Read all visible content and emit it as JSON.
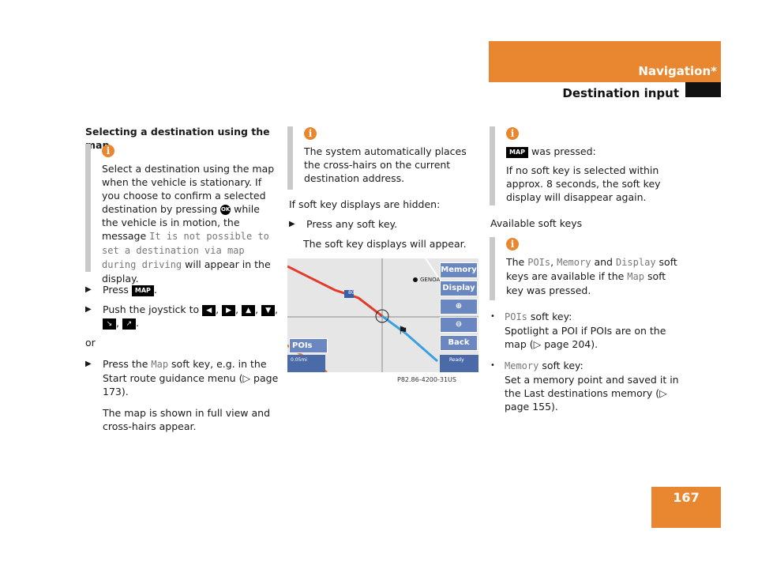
{
  "header": {
    "title": "Navigation*",
    "subtitle": "Destination input"
  },
  "page_number": "167",
  "col1": {
    "heading": "Selecting a destination using the map",
    "info": {
      "p1": "Select a destination using the map when the vehicle is stationary. If you choose to confirm a selected destination by pressing",
      "ok_key": "OK",
      "p2": "while the vehicle is in motion, the message",
      "message": "It is not possible to set a destination via map during driving",
      "p3": "will appear in the display."
    },
    "step1_text": "Press",
    "map_key": "MAP",
    "step2_text": "Push the joystick to",
    "joystick_keys": [
      "◀",
      "▶",
      "▲",
      "▼",
      "↘",
      "↗"
    ],
    "or_text": "or",
    "step3_a": "Press the",
    "step3_code": "Map",
    "step3_b": "soft key, e.g. in the Start route guidance menu (▷ page 173).",
    "step3_result": "The map is shown in full view and cross-hairs appear."
  },
  "col2": {
    "info_text": "The system automatically places the cross-hairs on the current destination address.",
    "hidden_intro": "If soft key displays are hidden:",
    "step_text": "Press any soft key.",
    "step_result": "The soft key displays will appear.",
    "map": {
      "buttons": [
        "Memory",
        "Display",
        "⊕",
        "⊖",
        "Back"
      ],
      "pois_button": "POIs",
      "scale": "0.05mi",
      "ready": "Ready",
      "place": "GENOA",
      "route_shield": "80"
    },
    "caption": "P82.86-4200-31US"
  },
  "col3": {
    "info1_key": "MAP",
    "info1_line1": "was pressed:",
    "info1_text": "If no soft key is selected within approx. 8 seconds, the soft key display will disappear again.",
    "available": "Available soft keys",
    "info2": {
      "a": "The",
      "c1": "POIs",
      "b": ",",
      "c2": "Memory",
      "d": "and",
      "c3": "Display",
      "e": "soft keys are available if the",
      "c4": "Map",
      "f": "soft key was pressed."
    },
    "b1_code": "POIs",
    "b1_label": "soft key:",
    "b1_text": "Spotlight a POI if POIs are on the map (▷ page 204).",
    "b2_code": "Memory",
    "b2_label": "soft key:",
    "b2_text": "Set a memory point and saved it in the Last destinations memory (▷ page 155)."
  }
}
